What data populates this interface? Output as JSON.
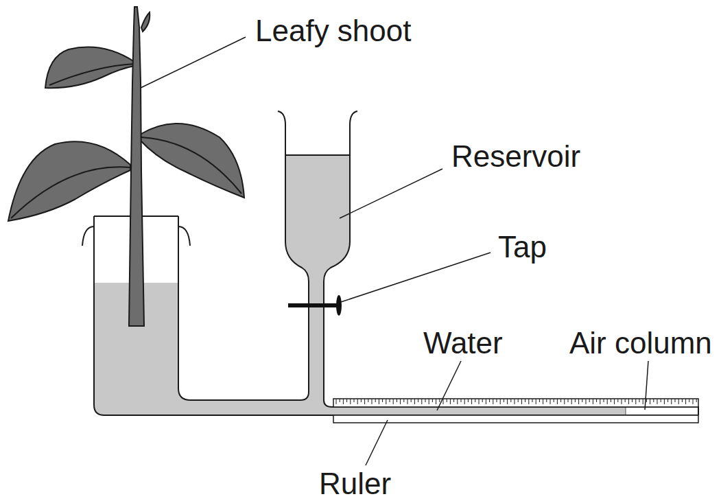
{
  "diagram": {
    "labels": [
      "Leafy shoot",
      "Reservoir",
      "Tap",
      "Water",
      "Air column",
      "Ruler"
    ]
  }
}
